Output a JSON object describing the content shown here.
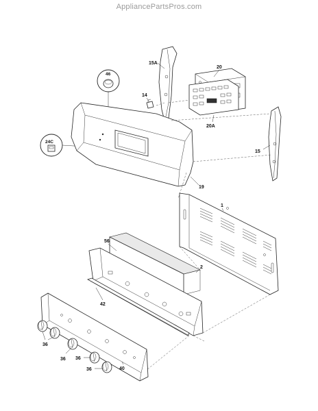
{
  "header": {
    "watermark": "AppliancePartsPros.com"
  },
  "callouts": {
    "c46": "46",
    "c14": "14",
    "c15a": "15A",
    "c20": "20",
    "c20a": "20A",
    "c24c": "24C",
    "c15": "15",
    "c19": "19",
    "c1": "1",
    "c56": "56",
    "c2": "2",
    "c42": "42",
    "c36a": "36",
    "c36b": "36",
    "c36c": "36",
    "c36d": "36",
    "c40": "40"
  }
}
